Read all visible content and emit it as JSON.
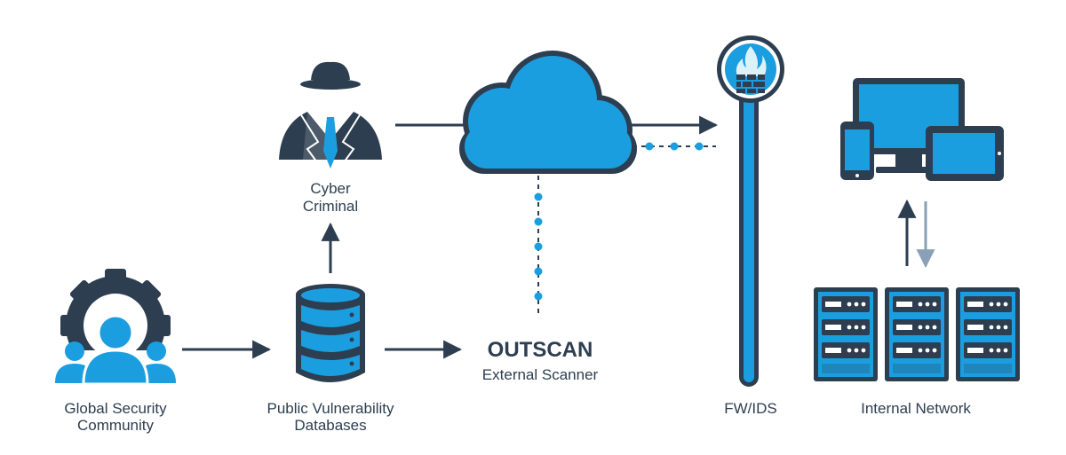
{
  "labels": {
    "community": [
      "Global Security",
      "Community"
    ],
    "databases": [
      "Public Vulnerability",
      "Databases"
    ],
    "criminal": [
      "Cyber",
      "Criminal"
    ],
    "outscan_title": "OUTSCAN",
    "outscan_sub": "External Scanner",
    "fw": "FW/IDS",
    "network": "Internal Network"
  },
  "colors": {
    "dark": "#2d3e50",
    "blue": "#1b9ee0",
    "light_blue": "#4fb6e8",
    "arrow_grey": "#8aa0b6"
  },
  "icons": [
    "gear-people-icon",
    "database-icon",
    "hacker-icon",
    "cloud-icon",
    "firewall-icon",
    "devices-icon",
    "servers-icon"
  ]
}
